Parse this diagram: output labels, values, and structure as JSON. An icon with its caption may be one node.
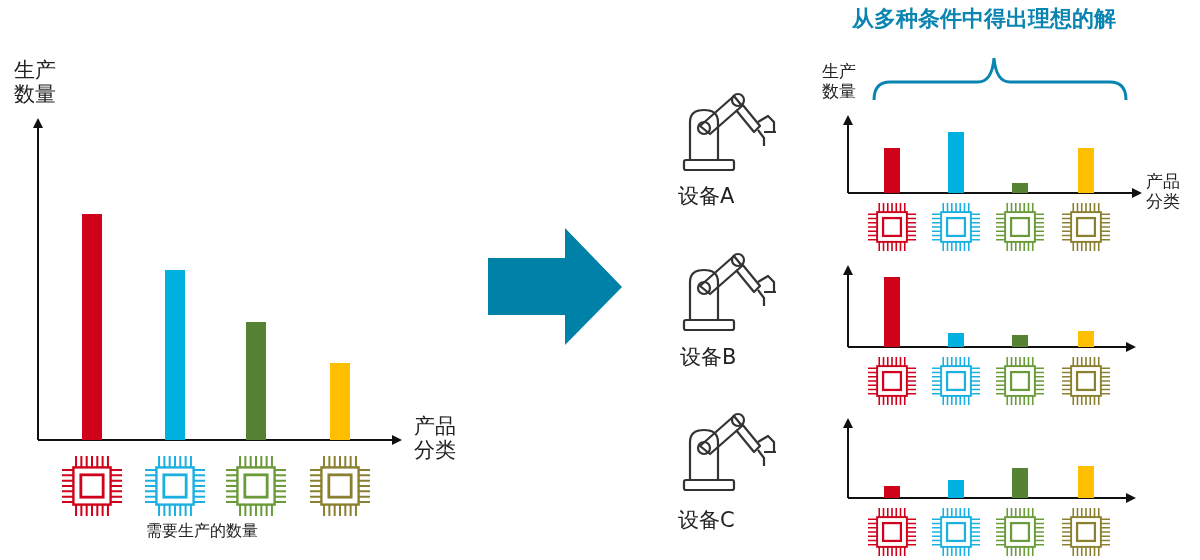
{
  "diagram": {
    "title": "从多种条件中得出理想的解",
    "labels": [
      "生产数量",
      "产品分类",
      "需要生产的数量",
      "生产数量",
      "设备A",
      "产品分类",
      "设备B",
      "设备C"
    ]
  }
}
